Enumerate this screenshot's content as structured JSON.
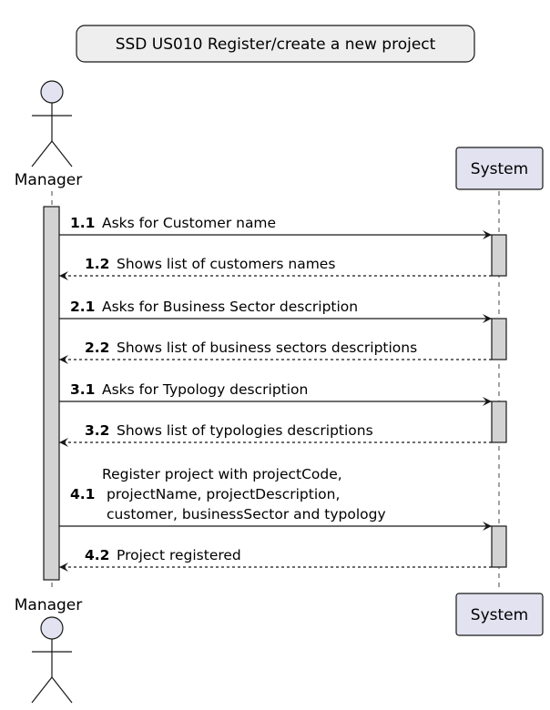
{
  "title": "SSD US010 Register/create a new project",
  "actor": {
    "name": "Manager"
  },
  "participant": {
    "name": "System"
  },
  "colors": {
    "box_fill": "#e2e2f0",
    "title_fill": "#eeeeee",
    "activation_fill": "#d3d3d3",
    "line": "#181818"
  },
  "messages": [
    {
      "num": "1.1",
      "lines": [
        "Asks for Customer name"
      ],
      "direction": "request"
    },
    {
      "num": "1.2",
      "lines": [
        "Shows list of customers names"
      ],
      "direction": "reply"
    },
    {
      "num": "2.1",
      "lines": [
        "Asks for Business Sector description"
      ],
      "direction": "request"
    },
    {
      "num": "2.2",
      "lines": [
        "Shows list of business sectors descriptions"
      ],
      "direction": "reply"
    },
    {
      "num": "3.1",
      "lines": [
        "Asks for Typology description"
      ],
      "direction": "request"
    },
    {
      "num": "3.2",
      "lines": [
        "Shows list of typologies descriptions"
      ],
      "direction": "reply"
    },
    {
      "num": "4.1",
      "lines": [
        "Register project with projectCode,",
        "projectName, projectDescription,",
        "customer, businessSector and typology"
      ],
      "direction": "request"
    },
    {
      "num": "4.2",
      "lines": [
        "Project registered"
      ],
      "direction": "reply"
    }
  ]
}
